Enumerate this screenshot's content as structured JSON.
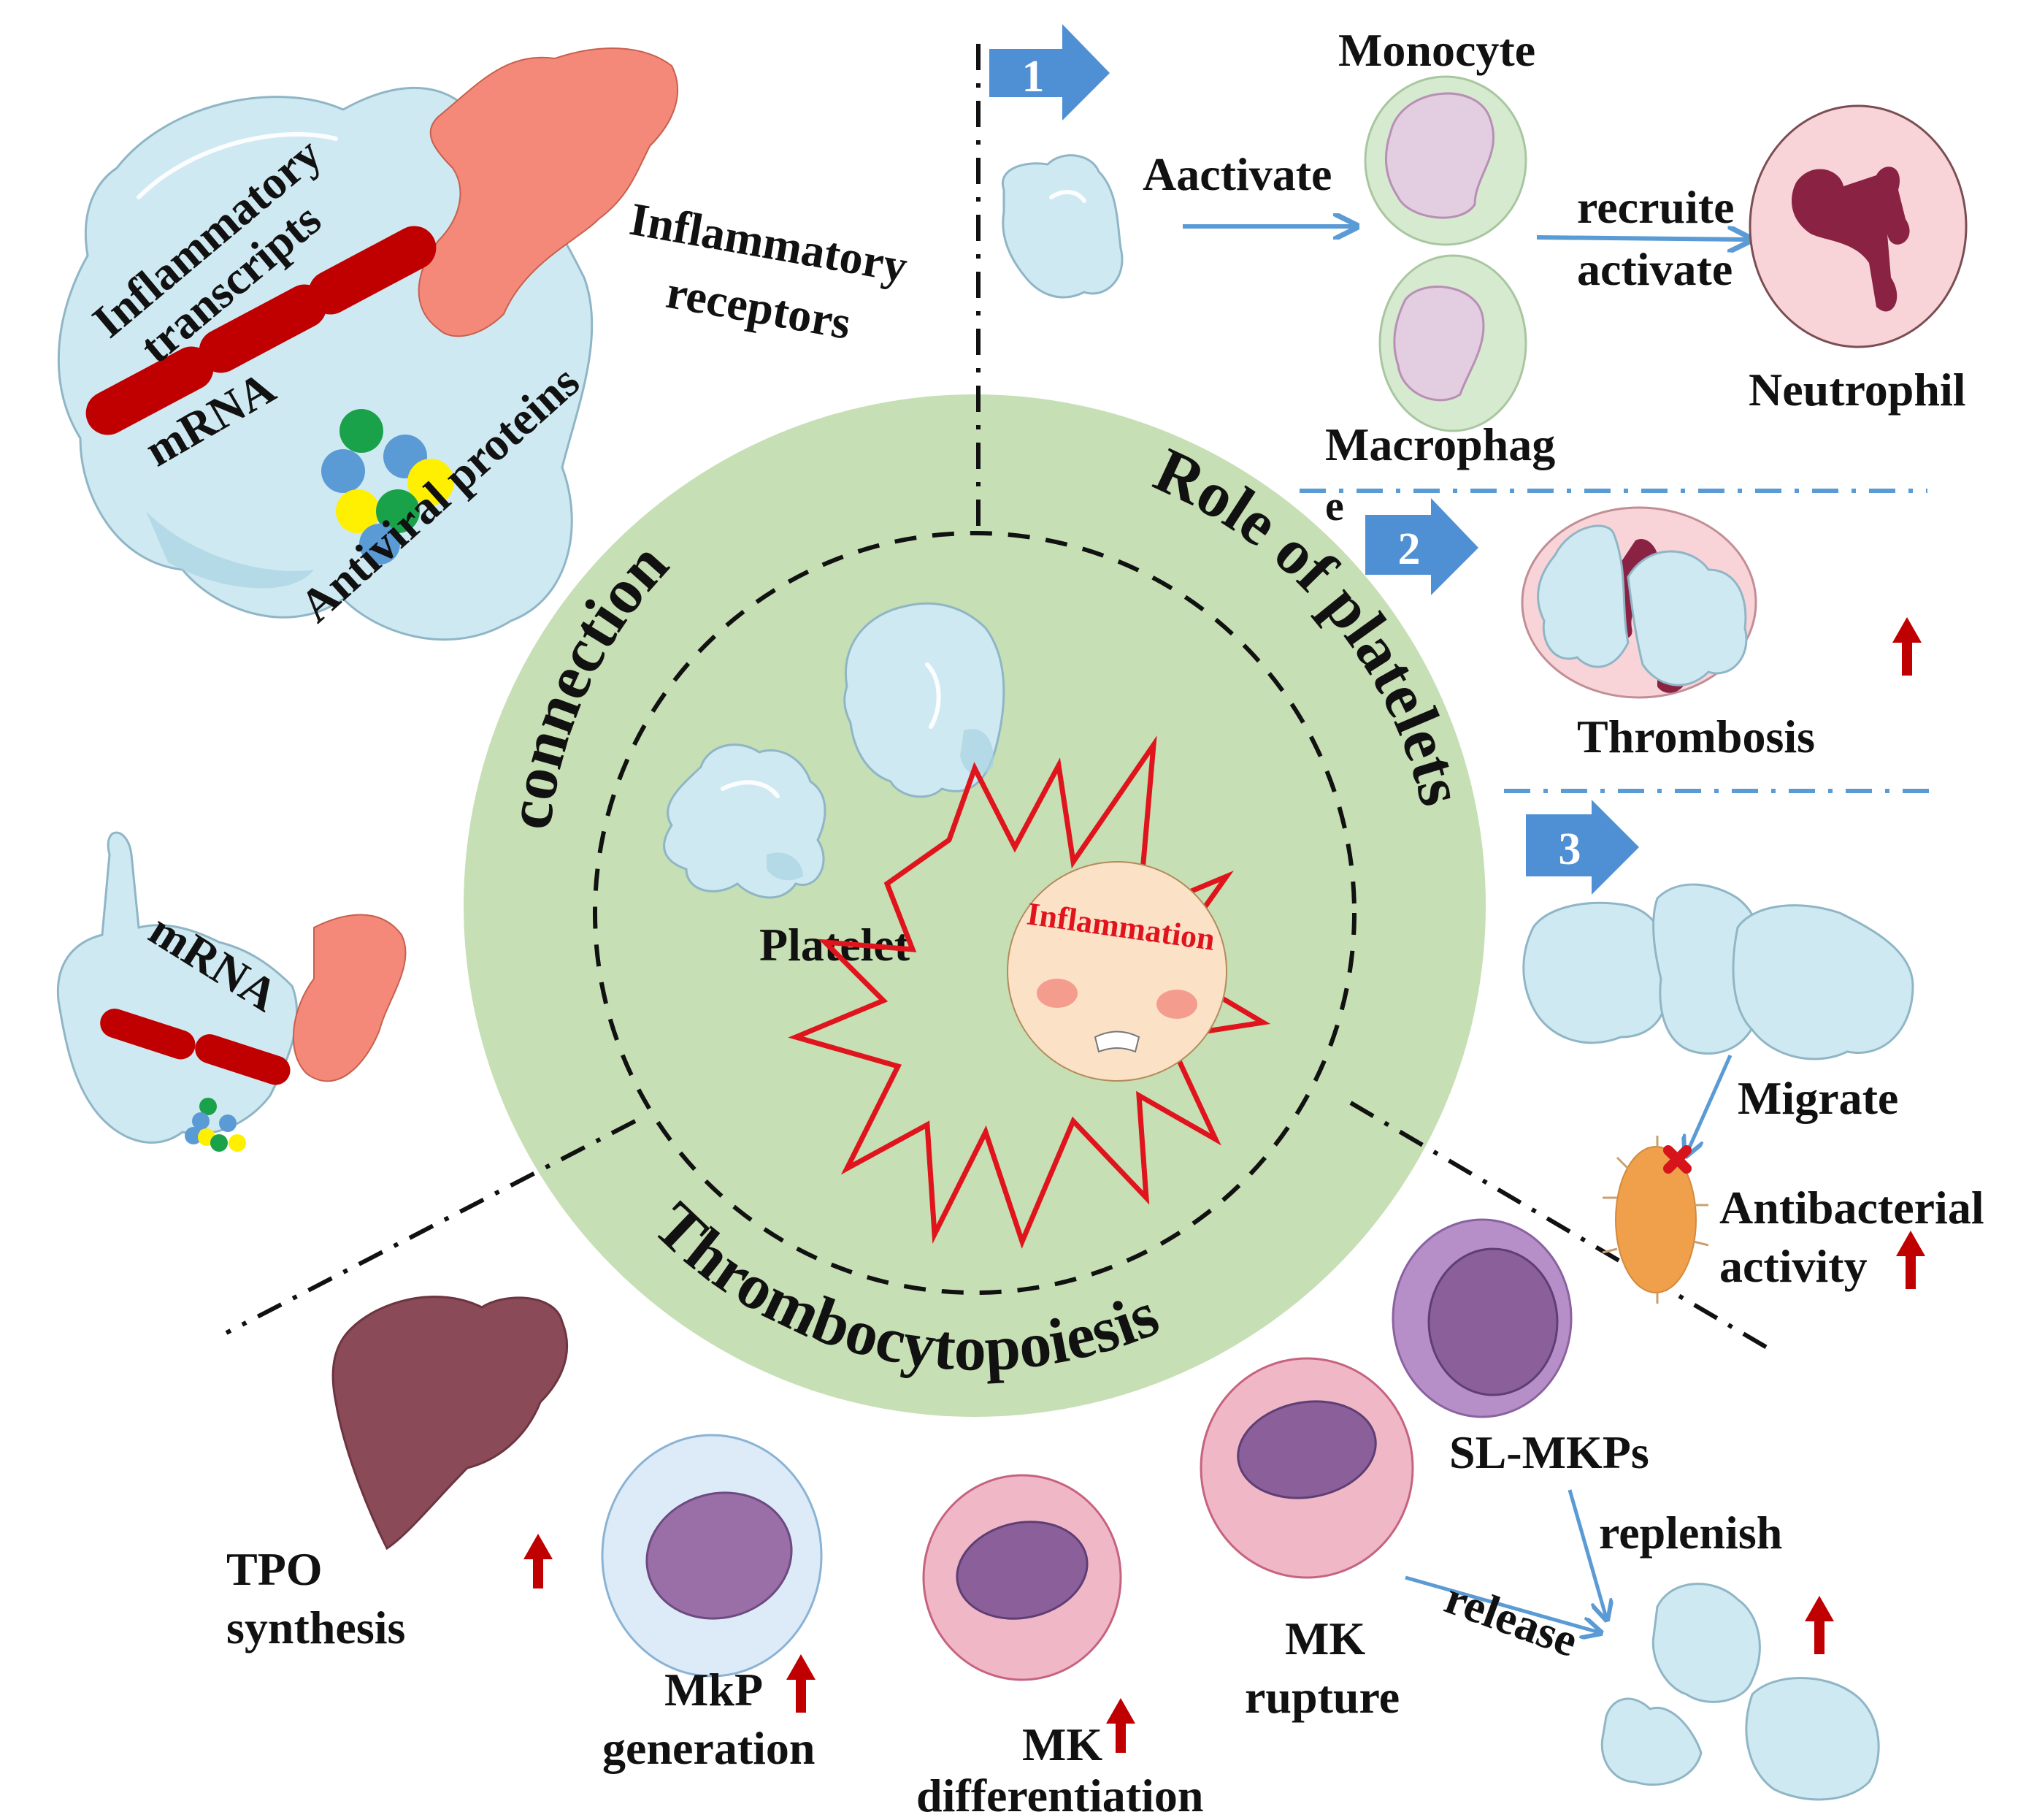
{
  "figure": {
    "center": {
      "platelet_label": "Platelet",
      "inflammation_label": "Inflammation",
      "arc_labels": {
        "connection": "connection",
        "role": "Role of platelets",
        "thrombo": "Thrombocytopoiesis"
      }
    },
    "top_left": {
      "inflammatory_transcripts": [
        "Inflammatory",
        "transcripts"
      ],
      "mrna": "mRNA",
      "antiviral": "Antiviral proteins",
      "receptors": [
        "Inflammatory",
        "receptors"
      ]
    },
    "mid_left": {
      "mrna": "mRNA"
    },
    "role_1": {
      "step": "1",
      "activate": "Aactivate",
      "monocyte": "Monocyte",
      "macrophage": [
        "Macrophag",
        "e"
      ],
      "recruit": [
        "recruite",
        "activate"
      ],
      "neutrophil": "Neutrophil"
    },
    "role_2": {
      "step": "2",
      "thrombosis": "Thrombosis"
    },
    "role_3": {
      "step": "3",
      "migrate": "Migrate",
      "antibacterial": [
        "Antibacterial",
        "activity"
      ]
    },
    "thrombopoiesis": {
      "tpo": [
        "TPO",
        "synthesis"
      ],
      "mkp": [
        "MkP",
        "generation"
      ],
      "mk_diff": [
        "MK",
        "differentiation"
      ],
      "mk_rupture": [
        "MK",
        "rupture"
      ],
      "sl_mkps": "SL-MKPs",
      "replenish": "replenish",
      "release": "release"
    },
    "colors": {
      "circle_fill": "#c6dfb4",
      "step_arrow": "#4f8fd3",
      "up_arrow": "#c00000",
      "flow_arrow": "#5b9bd5",
      "mrna": "#c00000",
      "receptor": "#f4897a",
      "liver": "#8a4a58"
    }
  }
}
